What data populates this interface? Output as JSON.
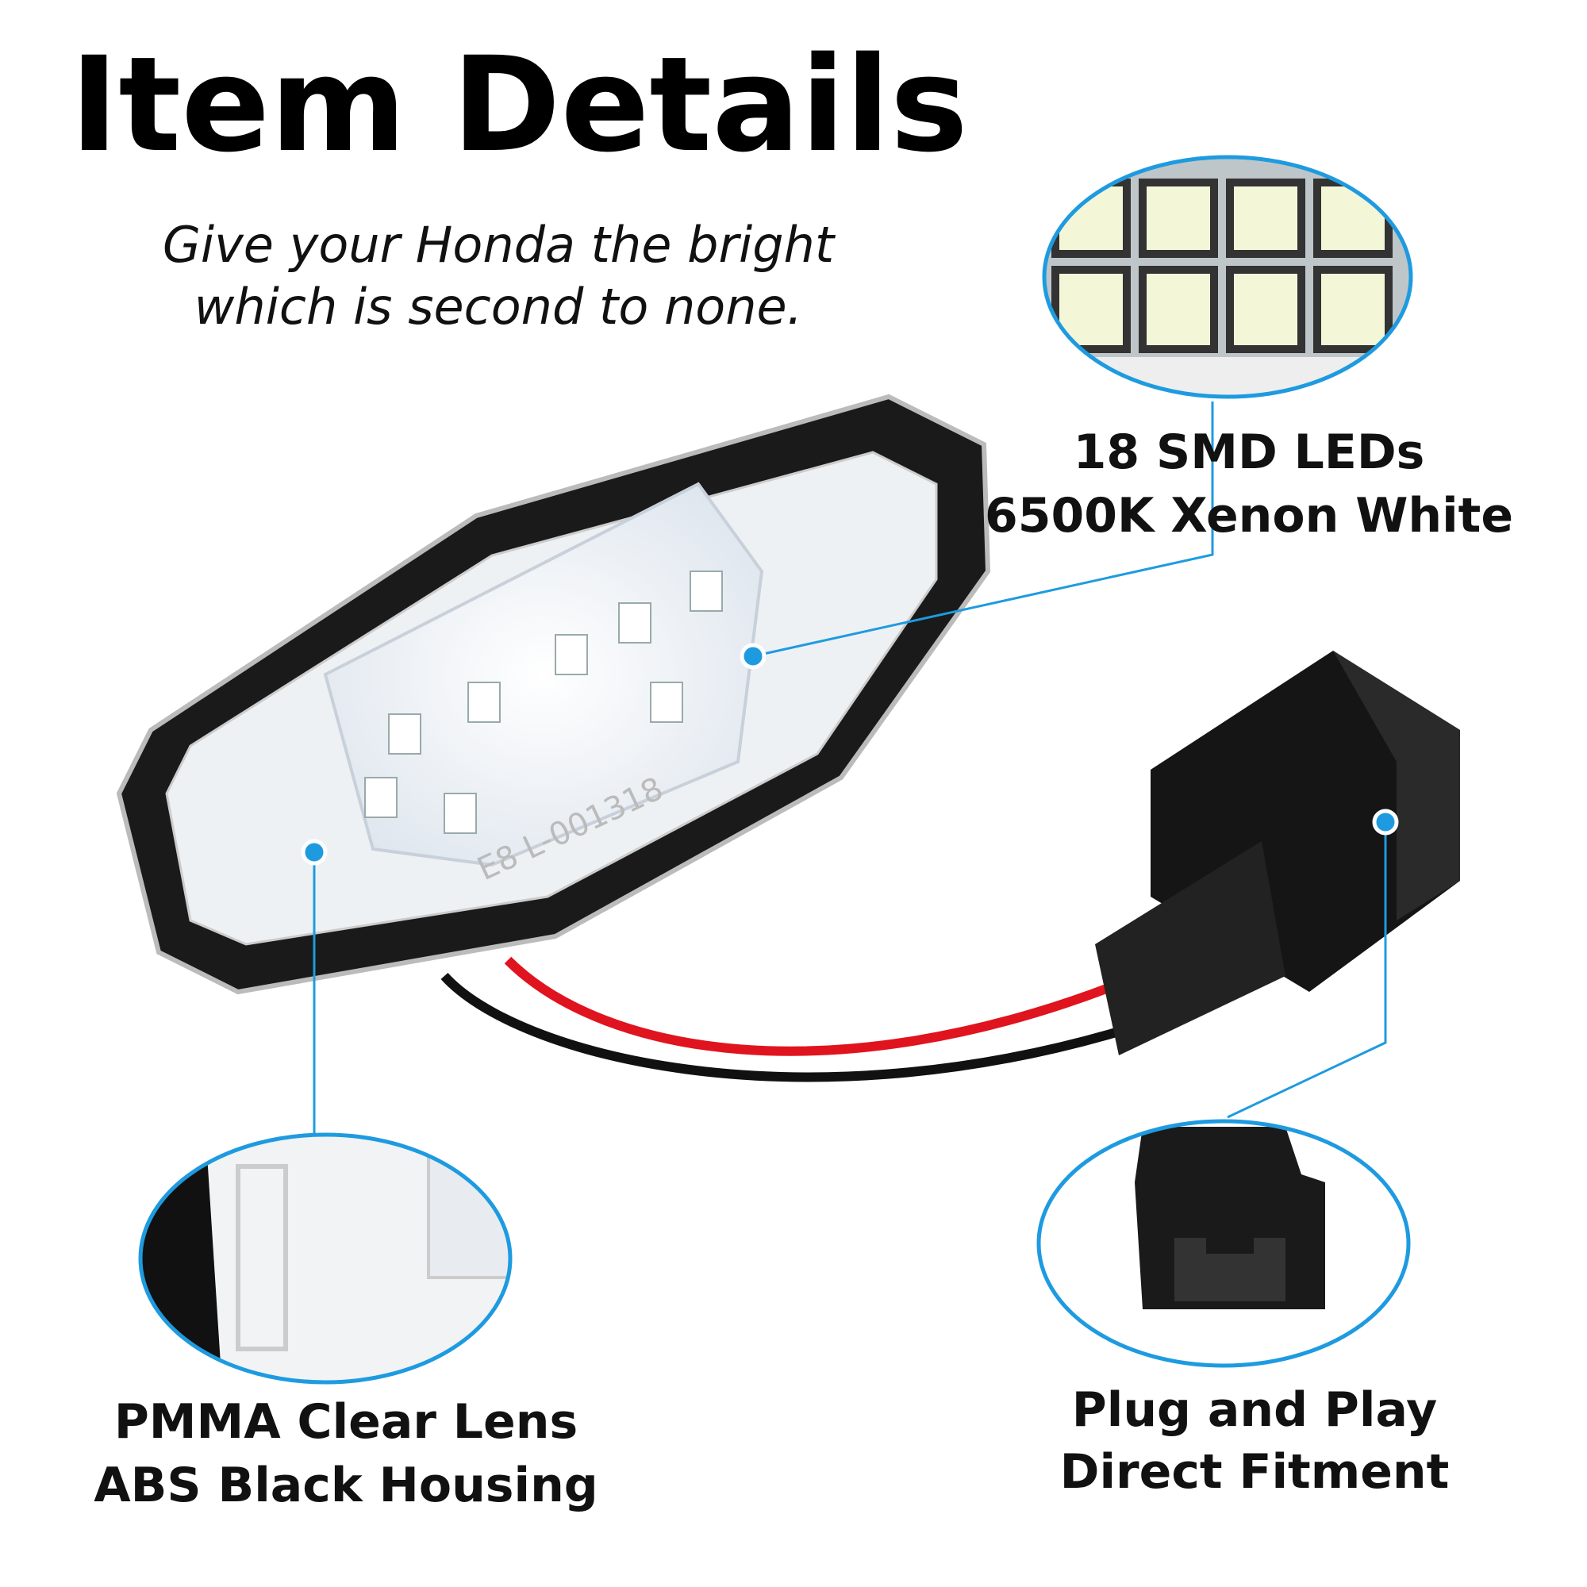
{
  "header": {
    "title": "Item Details",
    "subtitle_line1": "Give your Honda the bright",
    "subtitle_line2": "which is second to none."
  },
  "callouts": [
    {
      "line1": "18 SMD LEDs",
      "line2": "6500K Xenon White",
      "icon": "led-chip-closeup"
    },
    {
      "line1": "PMMA Clear Lens",
      "line2": "ABS Black Housing",
      "icon": "lens-closeup"
    },
    {
      "line1": "Plug and Play",
      "line2": "Direct Fitment",
      "icon": "connector-closeup"
    }
  ],
  "product": {
    "lens_marking": "E8 L-001318"
  },
  "colors": {
    "accent": "#1e9be0",
    "wire_red": "#e0141e",
    "wire_black": "#111111",
    "housing": "#111111"
  }
}
